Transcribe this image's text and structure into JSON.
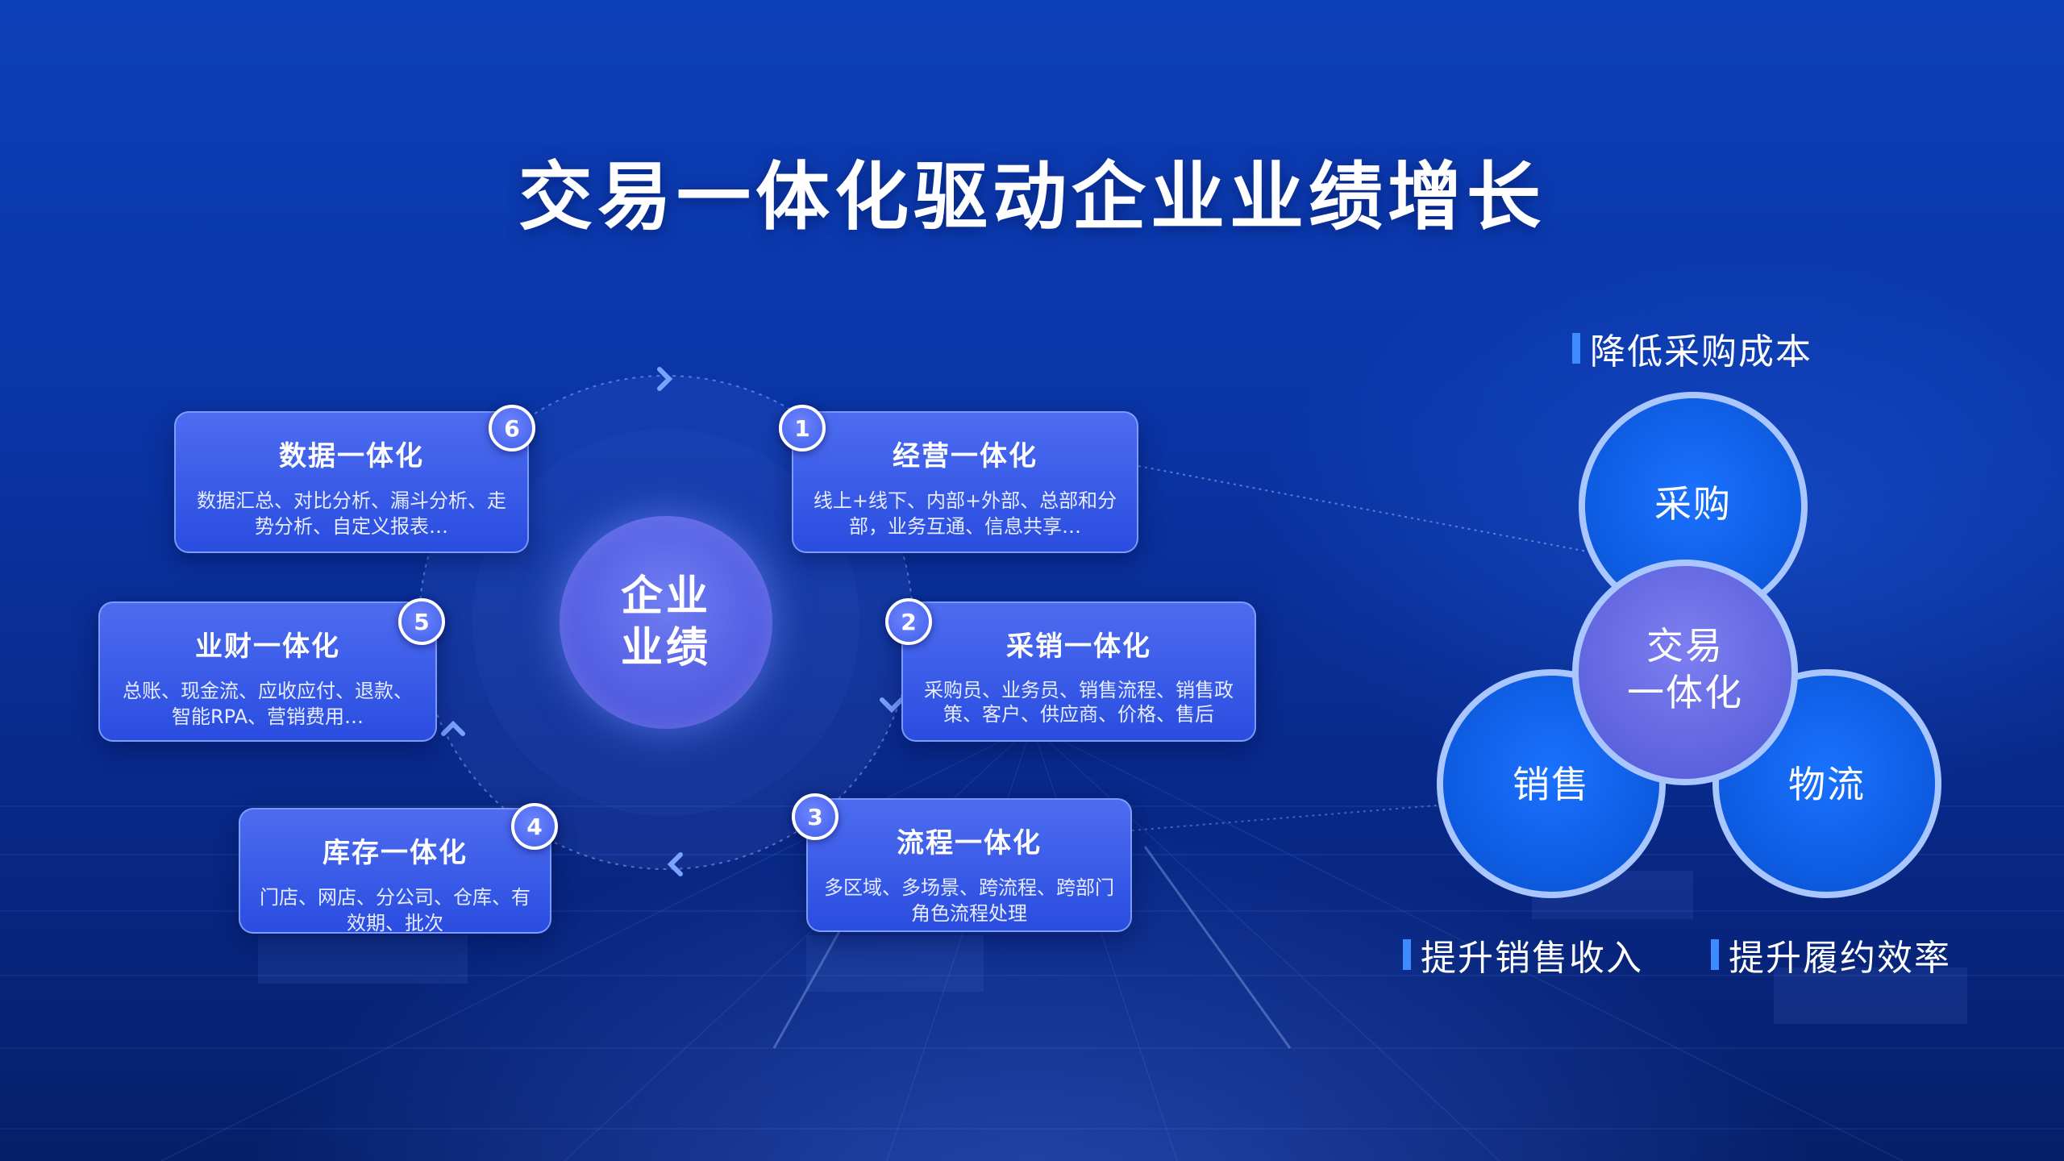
{
  "title": "交易一体化驱动企业业绩增长",
  "center": "企业\n业绩",
  "cards": [
    {
      "num": "1",
      "title": "经营一体化",
      "desc": "线上+线下、内部+外部、总部和分部，业务互通、信息共享…"
    },
    {
      "num": "2",
      "title": "采销一体化",
      "desc": "采购员、业务员、销售流程、销售政策、客户、供应商、价格、售后"
    },
    {
      "num": "3",
      "title": "流程一体化",
      "desc": "多区域、多场景、跨流程、跨部门角色流程处理"
    },
    {
      "num": "4",
      "title": "库存一体化",
      "desc": "门店、网店、分公司、仓库、有效期、批次"
    },
    {
      "num": "5",
      "title": "业财一体化",
      "desc": "总账、现金流、应收应付、退款、智能RPA、营销费用…"
    },
    {
      "num": "6",
      "title": "数据一体化",
      "desc": "数据汇总、对比分析、漏斗分析、走势分析、自定义报表…"
    }
  ],
  "venn": {
    "top": "采购",
    "left": "销售",
    "right": "物流",
    "center": "交易\n一体化"
  },
  "benefits": {
    "top": "降低采购成本",
    "left": "提升销售收入",
    "right": "提升履约效率"
  },
  "colors": {
    "background": "#0a35a6",
    "card": "#3a5ce8",
    "venn_outer": "#0f5fe8",
    "venn_center": "#6a6fe6",
    "accent_bar": "#3d8bff"
  }
}
